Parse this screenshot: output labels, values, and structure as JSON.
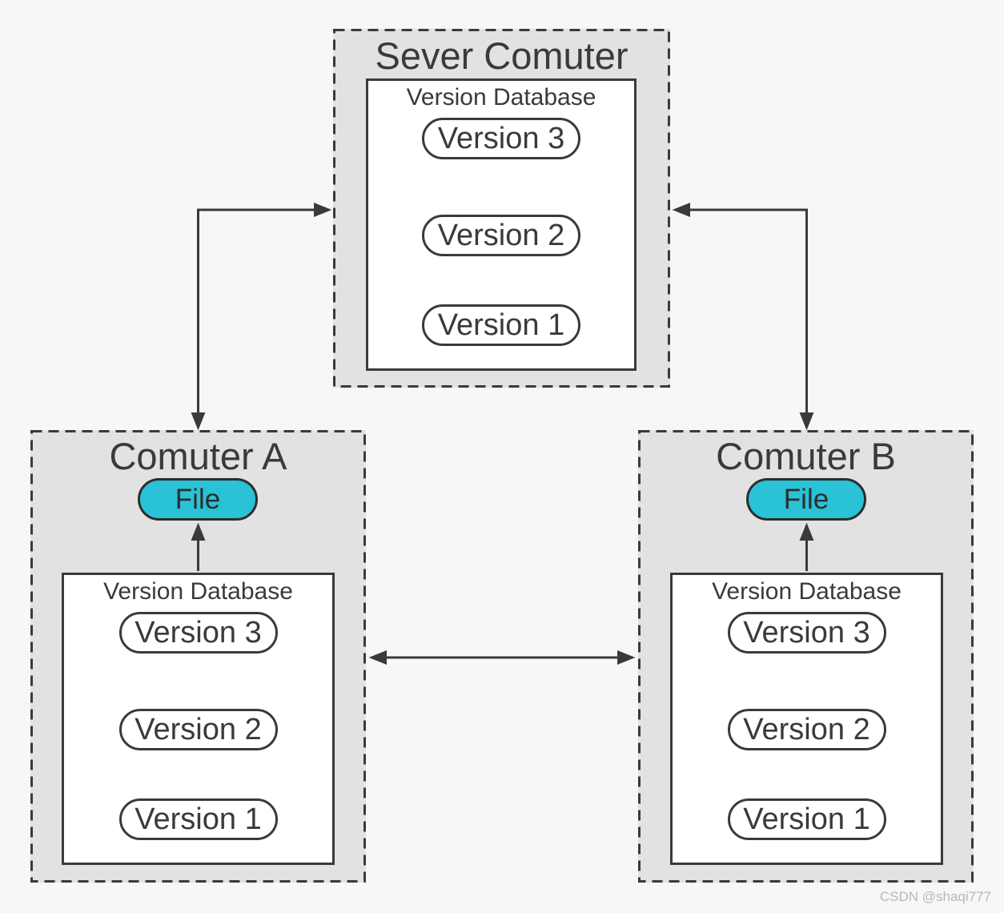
{
  "colors": {
    "page_bg": "#f7f7f7",
    "panel_fill": "#e2e2e2",
    "line": "#3a3a3a",
    "file_fill": "#29c2d6",
    "text": "#3a3a3a",
    "watermark": "#b3b8be"
  },
  "server": {
    "title": "Sever Comuter",
    "db_label": "Version Database",
    "versions": [
      "Version 3",
      "Version 2",
      "Version 1"
    ]
  },
  "computer_a": {
    "title": "Comuter A",
    "file_label": "File",
    "db_label": "Version Database",
    "versions": [
      "Version 3",
      "Version 2",
      "Version 1"
    ]
  },
  "computer_b": {
    "title": "Comuter B",
    "file_label": "File",
    "db_label": "Version Database",
    "versions": [
      "Version 3",
      "Version 2",
      "Version 1"
    ]
  },
  "watermark": "CSDN @shaqi777"
}
